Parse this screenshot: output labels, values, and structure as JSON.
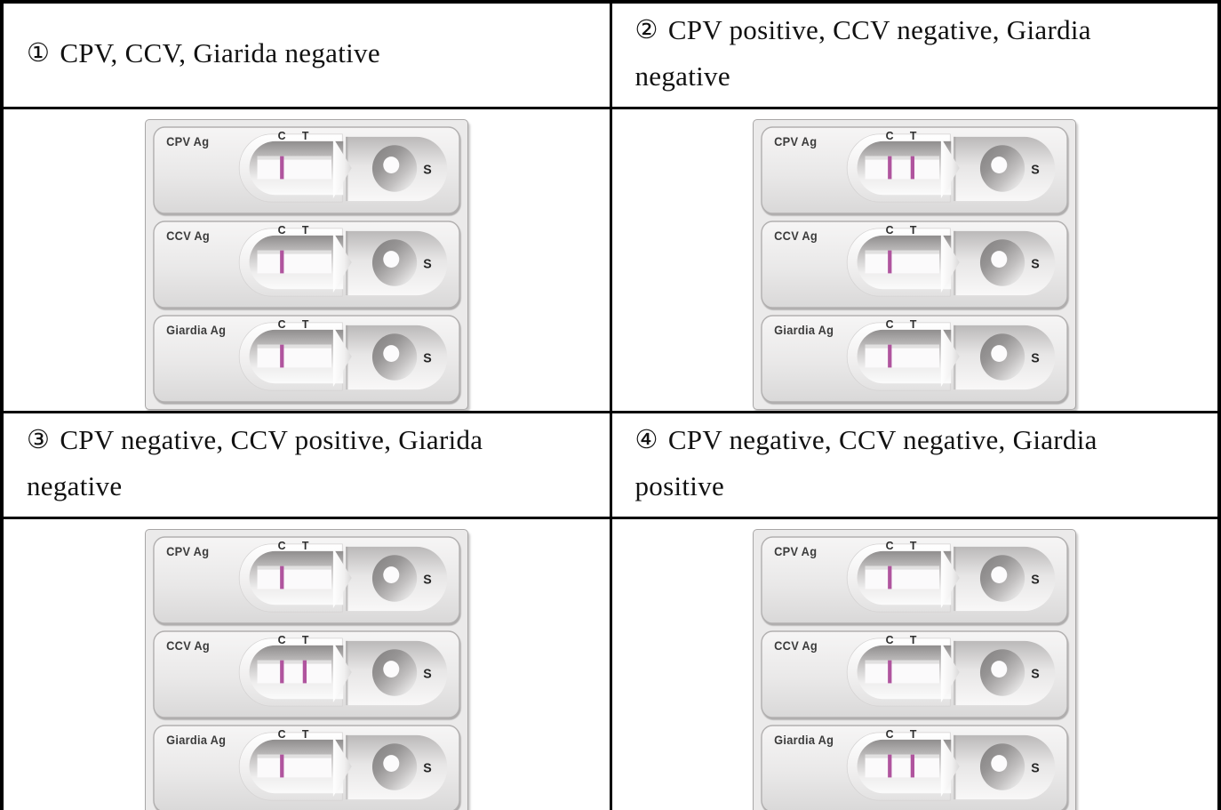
{
  "page": {
    "background": "#ffffff",
    "table_border_color": "#000000",
    "panel_background": "#ebeaea",
    "text_color": "#111111"
  },
  "cassette_ui": {
    "control_label": "C",
    "test_label": "T",
    "sample_label": "S",
    "line_color": "#b0549e",
    "body_color": "#e9e8e8"
  },
  "cells": [
    {
      "marker": "①",
      "title": "CPV, CCV, Giarida negative",
      "cassettes": [
        {
          "label": "CPV Ag",
          "result": "negative",
          "lines": [
            "C"
          ]
        },
        {
          "label": "CCV Ag",
          "result": "negative",
          "lines": [
            "C"
          ]
        },
        {
          "label": "Giardia Ag",
          "result": "negative",
          "lines": [
            "C"
          ]
        }
      ]
    },
    {
      "marker": "②",
      "title": "CPV positive, CCV negative, Giardia\nnegative",
      "cassettes": [
        {
          "label": "CPV Ag",
          "result": "positive",
          "lines": [
            "C",
            "T"
          ]
        },
        {
          "label": "CCV Ag",
          "result": "negative",
          "lines": [
            "C"
          ]
        },
        {
          "label": "Giardia Ag",
          "result": "negative",
          "lines": [
            "C"
          ]
        }
      ]
    },
    {
      "marker": "③",
      "title": "CPV negative, CCV positive, Giarida\nnegative",
      "cassettes": [
        {
          "label": "CPV Ag",
          "result": "negative",
          "lines": [
            "C"
          ]
        },
        {
          "label": "CCV Ag",
          "result": "positive",
          "lines": [
            "C",
            "T"
          ]
        },
        {
          "label": "Giardia Ag",
          "result": "negative",
          "lines": [
            "C"
          ]
        }
      ]
    },
    {
      "marker": "④",
      "title": "CPV negative, CCV negative, Giardia\npositive",
      "cassettes": [
        {
          "label": "CPV Ag",
          "result": "negative",
          "lines": [
            "C"
          ]
        },
        {
          "label": "CCV Ag",
          "result": "negative",
          "lines": [
            "C"
          ]
        },
        {
          "label": "Giardia Ag",
          "result": "positive",
          "lines": [
            "C",
            "T"
          ]
        }
      ]
    }
  ]
}
